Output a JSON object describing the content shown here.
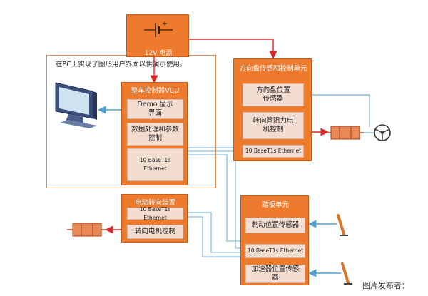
{
  "power": {
    "label": "12V 电源"
  },
  "pc_panel": {
    "caption": "在PC上实现了图形用户界面以供演示使用。"
  },
  "vcu": {
    "title": "整车控制器VCU",
    "items": [
      "Demo 显示\n界面",
      "数据处理和参数\n控制",
      "10 BaseT1s Ethernet"
    ]
  },
  "steering_unit": {
    "title": "方向盘传感和控制单元",
    "items": [
      "方向盘位置\n传感器",
      "转向管阻力电\n机控制",
      "10 BaseT1s Ethernet"
    ]
  },
  "eps": {
    "title": "电动转向装置",
    "items": [
      "10 BaseT1s Ethernet",
      "转向电机控制"
    ]
  },
  "pedal": {
    "title": "踏板单元",
    "items": [
      "制动位置传感器",
      "10 BaseT1s Ethernet",
      "加速器位置传感\n器"
    ]
  },
  "watermark": {
    "text": "图片发布者："
  },
  "colors": {
    "orange": "#ee7a2e",
    "inner": "#f2ddd0",
    "arrow_red": "#d9262a",
    "line_blue": "#6fb2d9"
  }
}
